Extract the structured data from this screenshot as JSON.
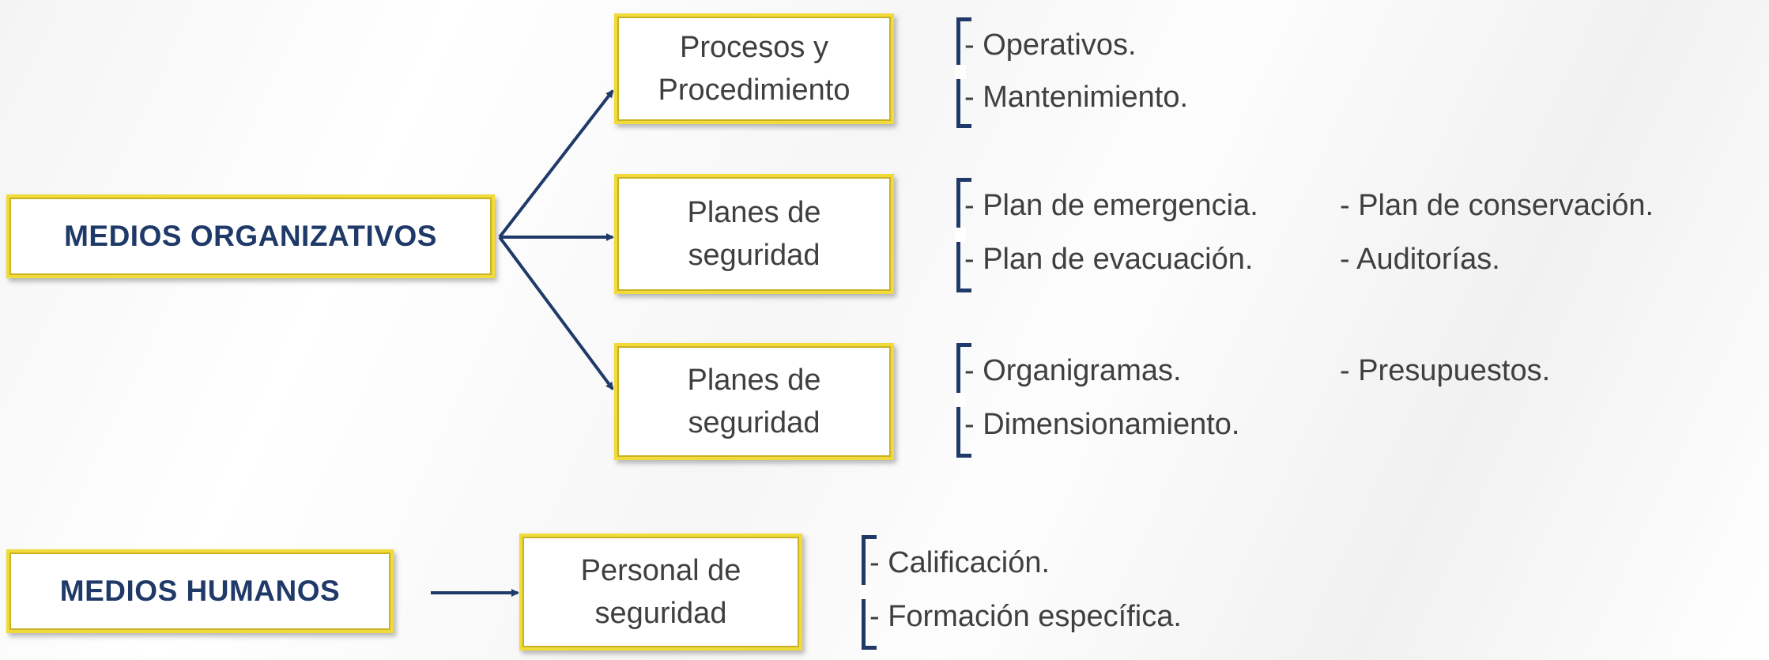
{
  "nodes": {
    "medios_organizativos": "MEDIOS ORGANIZATIVOS",
    "medios_humanos": "MEDIOS HUMANOS",
    "procesos": {
      "line1": "Procesos y",
      "line2": "Procedimiento"
    },
    "planes_1": {
      "line1": "Planes de",
      "line2": "seguridad"
    },
    "planes_2": {
      "line1": "Planes de",
      "line2": "seguridad"
    },
    "personal": {
      "line1": "Personal de",
      "line2": "seguridad"
    }
  },
  "details": {
    "procesos": {
      "items": [
        "- Operativos.",
        "- Mantenimiento."
      ]
    },
    "planes_1": {
      "col1": [
        "- Plan de emergencia.",
        "- Plan de evacuación."
      ],
      "col2": [
        "- Plan de conservación.",
        "- Auditorías."
      ]
    },
    "planes_2": {
      "col1": [
        "- Organigramas.",
        "- Dimensionamiento."
      ],
      "col2": [
        "- Presupuestos."
      ]
    },
    "personal": {
      "items": [
        "- Calificación.",
        "- Formación específica."
      ]
    }
  },
  "colors": {
    "navy": "#1f3a68",
    "box_border": "#f0db3a",
    "text_gray": "#3f3f3f"
  }
}
